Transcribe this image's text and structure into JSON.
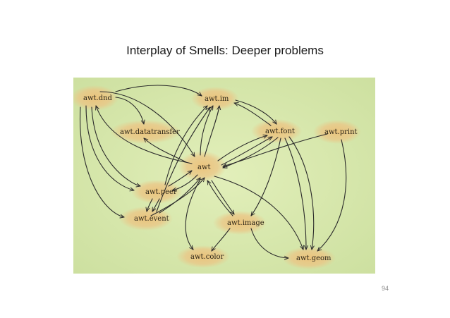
{
  "slide": {
    "title": "Interplay of Smells: Deeper problems",
    "page_number": "94"
  },
  "diagram": {
    "background_color": "#d6e6a8",
    "blob_color": "#e8c277",
    "node_count": 11,
    "nodes": [
      {
        "id": "dnd",
        "label": "awt.dnd"
      },
      {
        "id": "im",
        "label": "awt.im"
      },
      {
        "id": "datatransfer",
        "label": "awt.datatransfer"
      },
      {
        "id": "font",
        "label": "awt.font"
      },
      {
        "id": "print",
        "label": "awt.print"
      },
      {
        "id": "awt",
        "label": "awt"
      },
      {
        "id": "peer",
        "label": "awt.peer"
      },
      {
        "id": "event",
        "label": "awt.event"
      },
      {
        "id": "image",
        "label": "awt.image"
      },
      {
        "id": "color",
        "label": "awt.color"
      },
      {
        "id": "geom",
        "label": "awt.geom"
      }
    ]
  }
}
